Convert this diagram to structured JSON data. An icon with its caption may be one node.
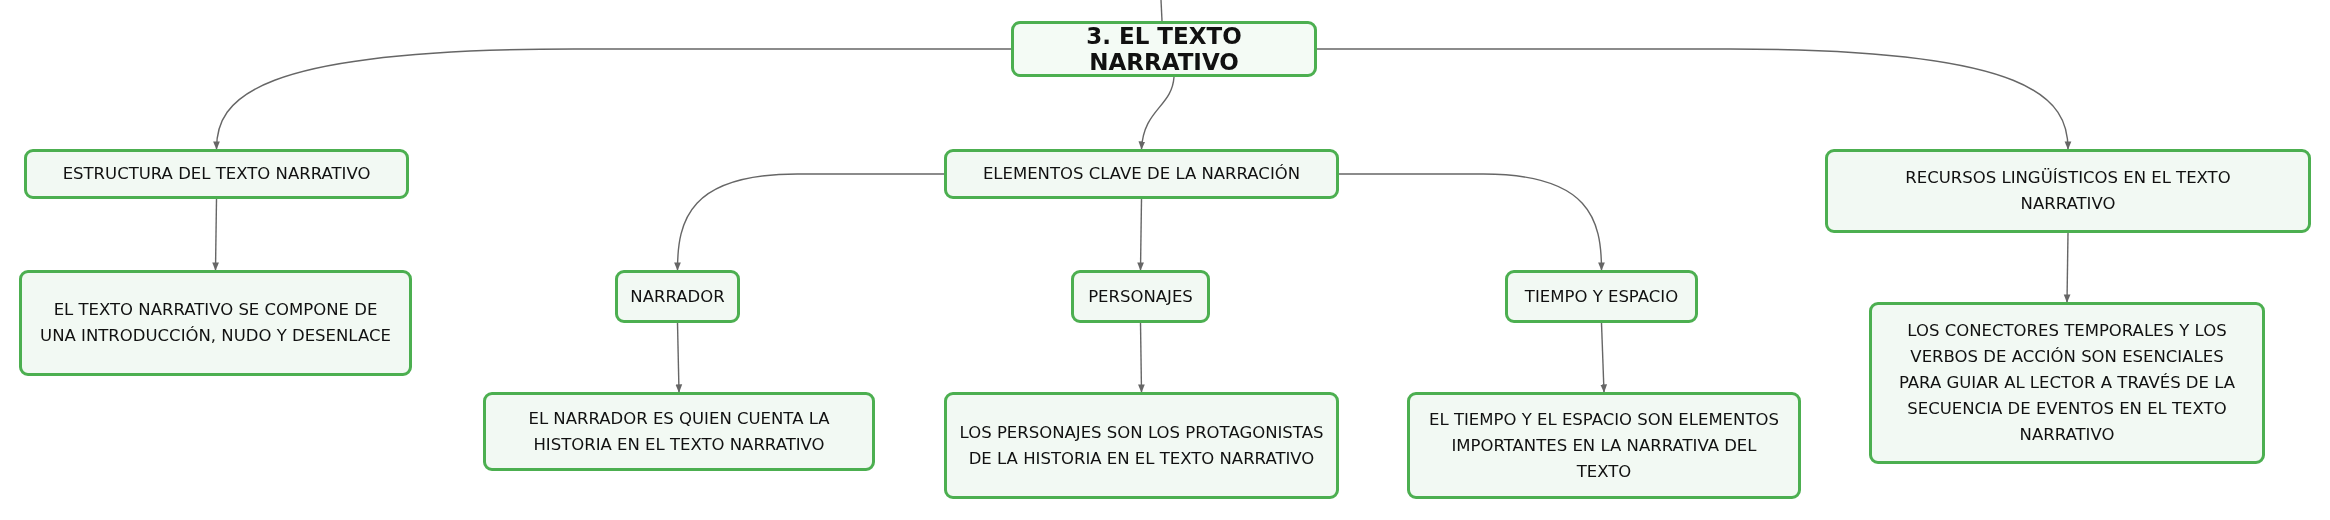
{
  "diagram": {
    "nodes": [
      {
        "text": [
          "3. EL TEXTO NARRATIVO"
        ]
      },
      {
        "text": [
          "ESTRUCTURA DEL TEXTO NARRATIVO"
        ]
      },
      {
        "text": [
          "ELEMENTOS CLAVE DE LA NARRACIÓN"
        ]
      },
      {
        "text": [
          "RECURSOS LINGÜÍSTICOS EN EL TEXTO NARRATIVO"
        ]
      },
      {
        "text": [
          "EL TEXTO NARRATIVO SE COMPONE DE UNA INTRODUCCIÓN, NUDO Y DESENLACE"
        ]
      },
      {
        "text": [
          "NARRADOR"
        ]
      },
      {
        "text": [
          "PERSONAJES"
        ]
      },
      {
        "text": [
          "TIEMPO Y ESPACIO"
        ]
      },
      {
        "text": [
          "EL NARRADOR ES QUIEN CUENTA LA HISTORIA EN EL TEXTO NARRATIVO"
        ]
      },
      {
        "text": [
          "LOS PERSONAJES SON LOS PROTAGONISTAS DE LA HISTORIA EN EL TEXTO NARRATIVO"
        ]
      },
      {
        "text": [
          "EL TIEMPO Y EL ESPACIO SON ELEMENTOS IMPORTANTES EN LA NARRATIVA DEL TEXTO"
        ]
      },
      {
        "text": [
          "LOS CONECTORES TEMPORALES Y LOS VERBOS DE ACCIÓN SON ESENCIALES PARA GUIAR AL LECTOR A TRAVÉS DE LA SECUENCIA DE EVENTOS EN EL TEXTO NARRATIVO"
        ]
      }
    ],
    "edges": [
      {
        "from": null,
        "to": 0,
        "arrow": "none"
      },
      {
        "from": 0,
        "to": 1,
        "arrow": "to"
      },
      {
        "from": 0,
        "to": 2,
        "arrow": "to"
      },
      {
        "from": 0,
        "to": 3,
        "arrow": "to"
      },
      {
        "from": 1,
        "to": 4,
        "arrow": "to"
      },
      {
        "from": 2,
        "to": 5,
        "arrow": "to"
      },
      {
        "from": 2,
        "to": 6,
        "arrow": "to"
      },
      {
        "from": 2,
        "to": 7,
        "arrow": "to"
      },
      {
        "from": 5,
        "to": 8,
        "arrow": "to"
      },
      {
        "from": 6,
        "to": 9,
        "arrow": "to"
      },
      {
        "from": 7,
        "to": 10,
        "arrow": "to"
      },
      {
        "from": 3,
        "to": 11,
        "arrow": "to"
      }
    ]
  }
}
